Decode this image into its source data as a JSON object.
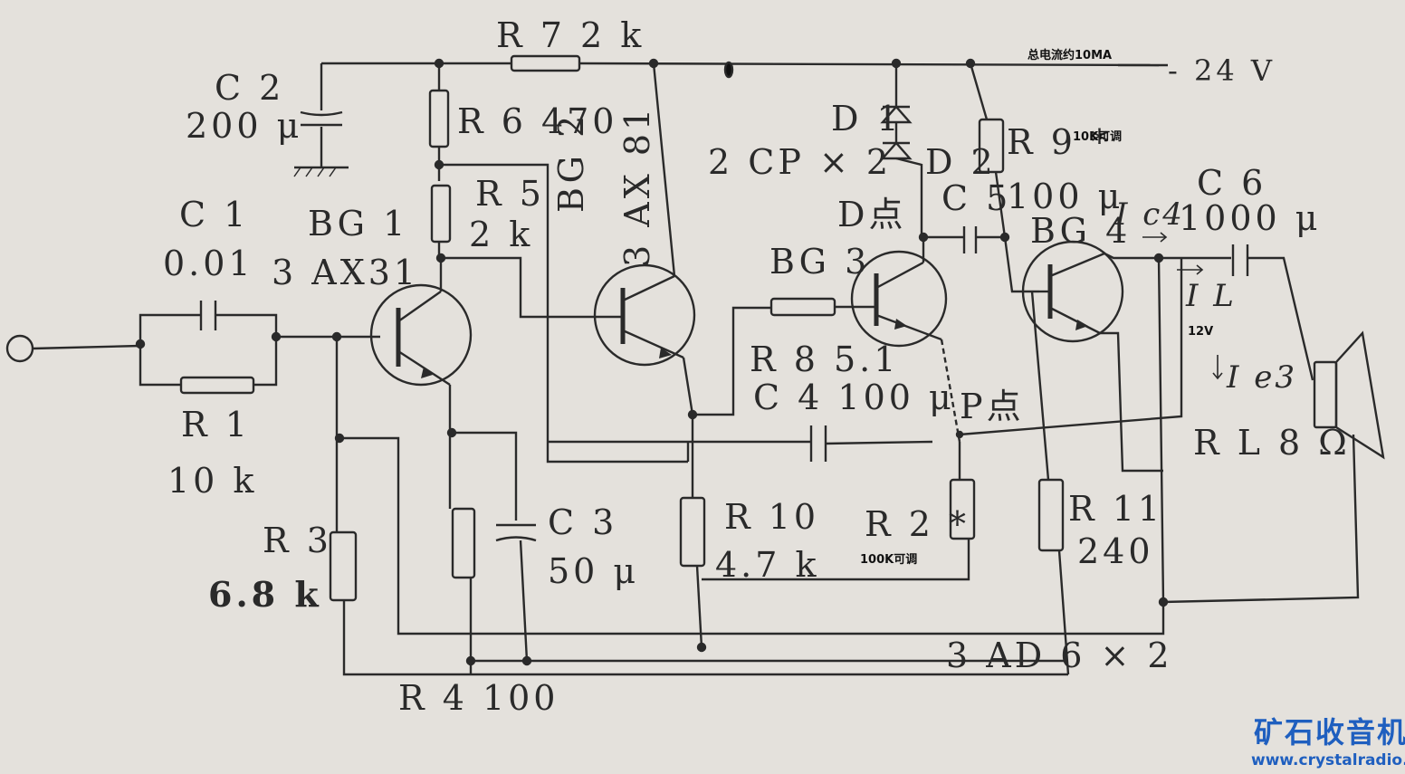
{
  "components": {
    "r7": "R 7 2 k",
    "c2_name": "C 2",
    "c2_val": "200 μ",
    "r6": "R 6 470",
    "c1_name": "C 1",
    "c1_val": "0.01",
    "bg1_name": "BG 1",
    "bg1_type": "3 AX31",
    "r5_name": "R 5",
    "r5_val": "2 k",
    "bg2_name": "BG 2",
    "bg2_type": "3 AX 81",
    "d1": "D 1",
    "d2": "D 2",
    "diodes": "2 CP × 2",
    "r9": "R 9 *",
    "c5": "C 5",
    "c5_val": "100 μ",
    "c6": "C 6",
    "c6_val": "1000 μ",
    "bg3_name": "BG 3",
    "bg4_name": "BG 4",
    "r8": "R 8 5.1",
    "c4": "C 4 100 μ",
    "r1_name": "R 1",
    "r1_val": "10 k",
    "r3_name": "R 3",
    "r3_val": "6.8 k",
    "c3_name": "C 3",
    "c3_val": "50 μ",
    "r10_name": "R 10",
    "r10_val": "4.7 k",
    "r2": "R 2 *",
    "r11_name": "R 11",
    "r11_val": "240",
    "rl": "R L 8 Ω",
    "r4": "R 4 100",
    "output_pair": "3 AD 6 × 2",
    "supply": "- 24 V",
    "ic4": "I c4",
    "il": "I L",
    "ie3": "I e3",
    "d_point": "D点",
    "p_point": "P点"
  },
  "annotations": {
    "total_current": "总电流约10MA",
    "r9_adjust": "10K可调",
    "r2_adjust": "100K可调",
    "voltage": "12V"
  },
  "watermark": {
    "name": "矿石收音机",
    "url": "www.crystalradio.cn"
  },
  "colors": {
    "paper": "#e4e1dc",
    "ink": "#2a2a2a",
    "watermark": "#1f5fbf"
  }
}
